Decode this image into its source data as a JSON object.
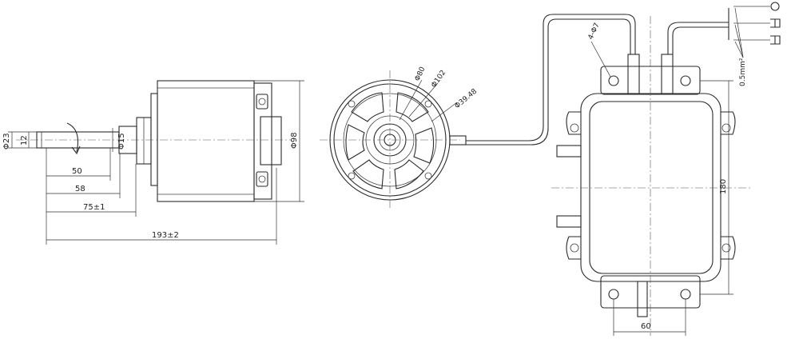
{
  "side_view": {
    "dims": {
      "shaft_diameter": "Φ23",
      "shaft_flat": "12",
      "shaft_diameter_small": "Φ15",
      "motor_diameter": "Φ98",
      "len_50": "50",
      "len_58": "58",
      "len_75": "75±1",
      "len_193": "193±2"
    }
  },
  "front_view": {
    "dims": {
      "d80": "Φ80",
      "d102": "Φ102",
      "d39": "Φ39.48"
    }
  },
  "capacitor_view": {
    "dims": {
      "holes": "4-Φ7",
      "height": "180",
      "width": "60",
      "wire": "0.5mm²"
    }
  }
}
